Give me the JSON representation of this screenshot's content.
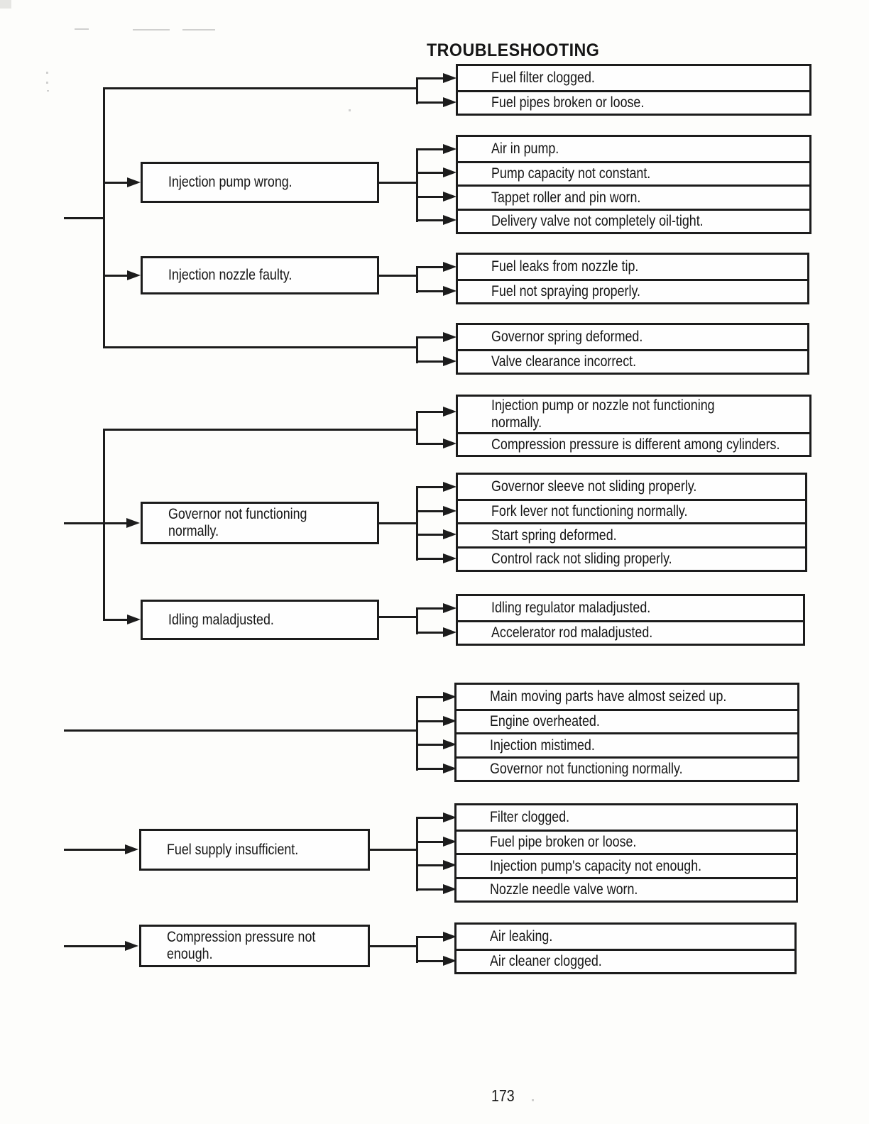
{
  "title": "TROUBLESHOOTING",
  "page_number": "173",
  "style": {
    "ink_color": "#1c1c1c",
    "paper_color": "#fdfdfb"
  },
  "flowchart": {
    "trunks": [
      {
        "branches": [
          {
            "causes": [
              "Fuel filter clogged.",
              "Fuel pipes broken or loose."
            ]
          },
          {
            "label": "Injection pump wrong.",
            "causes": [
              "Air in pump.",
              "Pump capacity not constant.",
              "Tappet roller and pin worn.",
              "Delivery valve not completely oil-tight."
            ]
          },
          {
            "label": "Injection nozzle faulty.",
            "causes": [
              "Fuel leaks from nozzle tip.",
              "Fuel not spraying properly."
            ]
          },
          {
            "causes": [
              "Governor spring deformed.",
              "Valve clearance incorrect."
            ]
          }
        ]
      },
      {
        "branches": [
          {
            "causes": [
              "Injection pump or nozzle not functioning normally.",
              "Compression pressure is different among cylinders."
            ]
          },
          {
            "label": "Governor not functioning normally.",
            "causes": [
              "Governor sleeve not sliding properly.",
              "Fork lever not functioning normally.",
              "Start spring deformed.",
              "Control rack not sliding properly."
            ]
          },
          {
            "label": "Idling maladjusted.",
            "causes": [
              "Idling regulator maladjusted.",
              "Accelerator rod maladjusted."
            ]
          }
        ]
      },
      {
        "branches": [
          {
            "causes": [
              "Main moving parts have almost seized up.",
              "Engine overheated.",
              "Injection mistimed.",
              "Governor not functioning normally."
            ]
          }
        ]
      },
      {
        "branches": [
          {
            "label": "Fuel supply insufficient.",
            "causes": [
              "Filter clogged.",
              "Fuel pipe broken or loose.",
              "Injection pump's capacity not enough.",
              "Nozzle needle valve worn."
            ]
          }
        ]
      },
      {
        "branches": [
          {
            "label": "Compression pressure not enough.",
            "causes": [
              "Air leaking.",
              "Air cleaner clogged."
            ]
          }
        ]
      }
    ]
  }
}
